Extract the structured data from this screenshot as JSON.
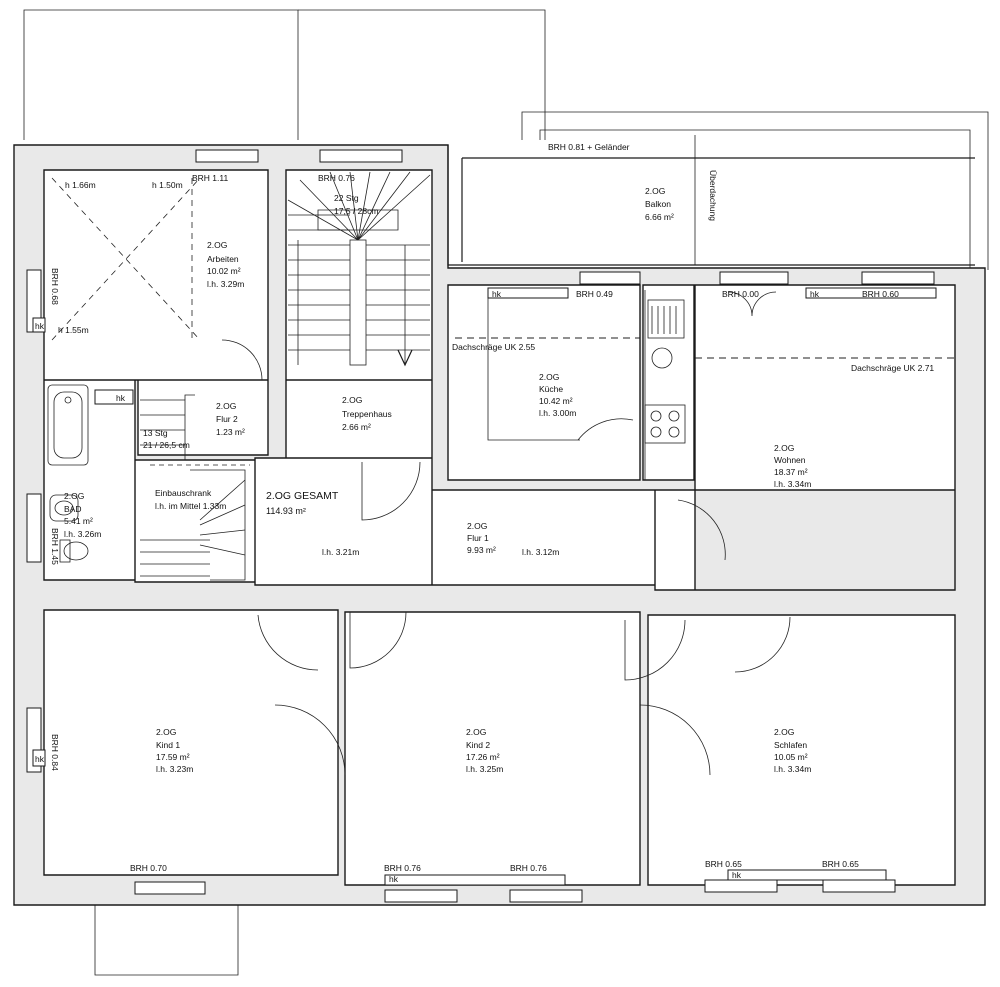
{
  "floor": {
    "total_title": "2.OG GESAMT",
    "total_area": "114.93 m²",
    "total_height": "l.h. 3.21m"
  },
  "rooms": {
    "arbeiten": {
      "floor": "2.OG",
      "name": "Arbeiten",
      "area": "10.02 m²",
      "height": "l.h. 3.29m"
    },
    "flur2": {
      "floor": "2.OG",
      "name": "Flur 2",
      "area": "1.23 m²"
    },
    "treppenhaus": {
      "floor": "2.OG",
      "name": "Treppenhaus",
      "area": "2.66 m²"
    },
    "bad": {
      "floor": "2.OG",
      "name": "BAD",
      "area": "5.41 m²",
      "height": "l.h. 3.26m"
    },
    "balkon": {
      "floor": "2.OG",
      "name": "Balkon",
      "area": "6.66 m²"
    },
    "kuche": {
      "floor": "2.OG",
      "name": "Küche",
      "area": "10.42 m²",
      "height": "l.h. 3.00m"
    },
    "wohnen": {
      "floor": "2.OG",
      "name": "Wohnen",
      "area": "18.37 m²",
      "height": "l.h. 3.34m"
    },
    "flur1": {
      "floor": "2.OG",
      "name": "Flur 1",
      "area": "9.93 m²",
      "height": "l.h. 3.12m"
    },
    "kind1": {
      "floor": "2.OG",
      "name": "Kind 1",
      "area": "17.59 m²",
      "height": "l.h. 3.23m"
    },
    "kind2": {
      "floor": "2.OG",
      "name": "Kind 2",
      "area": "17.26 m²",
      "height": "l.h. 3.25m"
    },
    "schlafen": {
      "floor": "2.OG",
      "name": "Schlafen",
      "area": "10.05 m²",
      "height": "l.h. 3.34m"
    }
  },
  "annotations": {
    "h166": "h 1.66m",
    "h150": "h 1.50m",
    "h155": "h 1.55m",
    "brh111": "BRH 1.11",
    "brh076_stair": "BRH 0.76",
    "brh068": "BRH 0.68",
    "brh145": "BRH 1.45",
    "brh084": "BRH 0.84",
    "brh070": "BRH 0.70",
    "brh076_a": "BRH 0.76",
    "brh076_b": "BRH 0.76",
    "brh065_a": "BRH 0.65",
    "brh065_b": "BRH 0.65",
    "brh049": "BRH 0.49",
    "brh000": "BRH 0.00",
    "brh060": "BRH 0.60",
    "brh081": "BRH 0.81 + Geländer",
    "stair_main_1": "22 Stg",
    "stair_main_2": "17,5 / 28cm",
    "stair_small_1": "13 Stg",
    "stair_small_2": "21 / 26,5 cm",
    "einbau_1": "Einbauschrank",
    "einbau_2": "l.h. im Mittel 1.33m",
    "dach_kuche": "Dachschräge UK 2.55",
    "dach_wohnen": "Dachschräge UK 2.71",
    "uberdachung": "Überdachung",
    "hk": "hk"
  }
}
